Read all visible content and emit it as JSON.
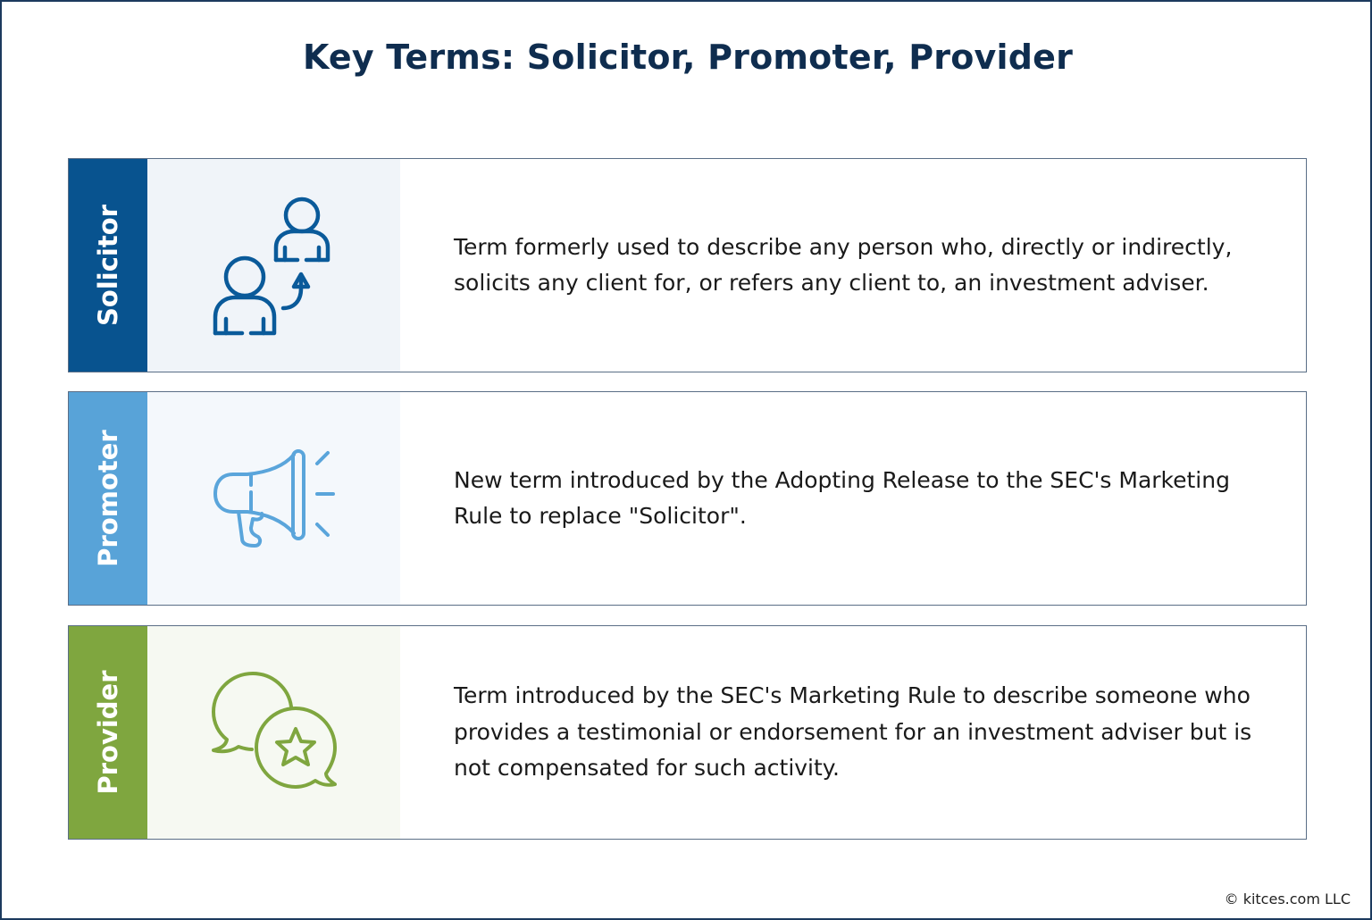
{
  "title": "Key Terms: Solicitor, Promoter, Provider",
  "colors": {
    "title": "#0f2d4f",
    "frame_border": "#1c3a5e",
    "card_border": "#5a6e86",
    "body_text": "#1a1a1a"
  },
  "terms": [
    {
      "label": "Solicitor",
      "icon": "person-referral-icon",
      "strip_color": "#08538f",
      "panel_color": "#f0f4f9",
      "icon_color": "#0a5a9a",
      "description": "Term formerly used to describe any person who, directly or indirectly, solicits any client for, or refers any client to, an investment adviser."
    },
    {
      "label": "Promoter",
      "icon": "megaphone-icon",
      "strip_color": "#58a3d8",
      "panel_color": "#f4f8fc",
      "icon_color": "#5aa5db",
      "description": "New term introduced by the Adopting Release to the SEC's Marketing Rule to replace \"Solicitor\"."
    },
    {
      "label": "Provider",
      "icon": "chat-star-icon",
      "strip_color": "#7fa63f",
      "panel_color": "#f6f9f2",
      "icon_color": "#7fa63f",
      "description": "Term introduced by the SEC's Marketing Rule to describe someone who provides a testimonial or endorsement for an investment adviser but is not compensated for such activity."
    }
  ],
  "footer": "© kitces.com LLC"
}
